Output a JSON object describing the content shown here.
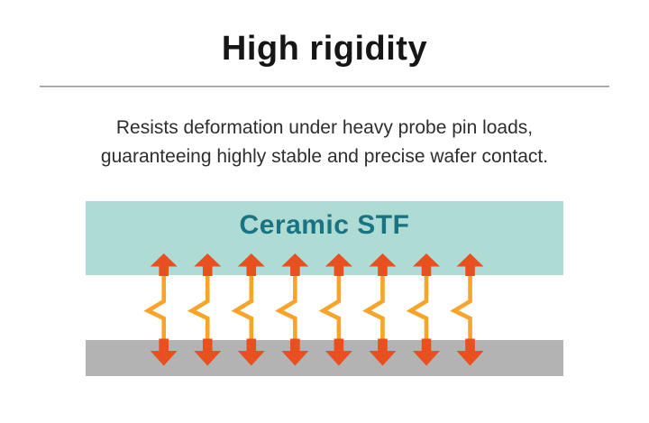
{
  "header": {
    "title": "High rigidity"
  },
  "description": {
    "line1": "Resists deformation under heavy probe pin loads,",
    "line2": "guaranteeing highly stable and precise wafer contact."
  },
  "diagram": {
    "top_block_label": "Ceramic STF",
    "colors": {
      "top_block": "#afdbd5",
      "top_block_label": "#1a7380",
      "arrow": "#e8501f",
      "spring": "#f7a428",
      "bottom_block": "#b3b3b3"
    },
    "arrows": {
      "count": 8,
      "start_x": 181.7,
      "spacing": 48.55
    }
  }
}
